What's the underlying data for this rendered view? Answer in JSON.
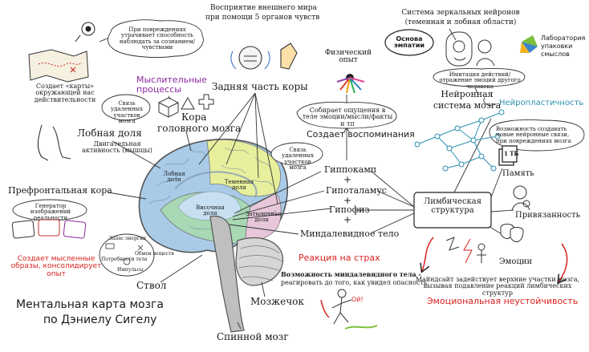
{
  "colors": {
    "frontal": "#a9cbe8",
    "parietal": "#e7ef9c",
    "temporal": "#a8d8b4",
    "occipital": "#e7c7d9",
    "inner": "#c7dff0",
    "stem": "#bfbfbf",
    "accent_red": "#d8221f",
    "accent_purple": "#8a2a9e",
    "accent_teal": "#2a8fb0"
  },
  "title": {
    "line1": "Ментальная карта мозга",
    "line2": "по Дэниелу Сигелу"
  },
  "perception": {
    "line1": "Восприятие внешнего мира",
    "line2": "при помощи 5 органов чувств"
  },
  "cortex": {
    "posterior": "Задняя часть коры",
    "main_line1": "Кора",
    "main_line2": "головного мозга",
    "thought_processes": "Мыслительные процессы"
  },
  "frontal": {
    "label": "Лобная доля",
    "links": "Связь удаленных участков мозга",
    "motor": "Двигательная активность (мышцы)"
  },
  "damage_note": "При повреждениях утрачивает способность наблюдать за сознанием/ чувствами",
  "map_note": "Создает «карты» окружающей нас действительности",
  "prefrontal": {
    "label": "Префронтальная кора",
    "generator": "Генератор изображений реальности",
    "creates": "Создает мысленные образы, консолидирует опыт"
  },
  "brain_labels": {
    "frontal": "Лобная доля",
    "parietal": "Теменная доля",
    "temporal": "Височная доля",
    "occipital": "Затылочная доля"
  },
  "stem": {
    "label": "Ствол",
    "energy": "Запас энергии",
    "body_needs": "Потребности тела",
    "exchange": "Обмен веществ",
    "impulses": "Импульсы"
  },
  "cerebellum": "Мозжечок",
  "spinal": "Спинной мозг",
  "physical": {
    "label": "Физический опыт",
    "collects": "Собирает ощущения в теле эмоции/мысли/факты и тп"
  },
  "memories": "Создает воспоминания",
  "parts": {
    "hippocampus": "Гиппокамп",
    "hypothalamus": "Гипоталамус",
    "pituitary": "Гипофиз",
    "amygdala": "Миндалевидное тело",
    "hippo_note": "Связь удаленных участков мозга",
    "plus": "+"
  },
  "fear": {
    "label": "Реакция на страх",
    "possibility_bold": "Возможность миндалевидного тела -",
    "possibility_rest": "реагировать до того, как увидел опасность",
    "oi": "Ой!"
  },
  "limbic": {
    "label": "Лимбическая структура",
    "memory": "Память",
    "attachment": "Привязанность",
    "emotions": "Эмоции",
    "tb": "1 ТБ"
  },
  "mindsight": {
    "note": "Майндсайт задействует верхние участки мозга, вызывая подавление реакций лимбических структур",
    "instability": "Эмоциональная неустойчивость"
  },
  "mirror": {
    "title_line1": "Система зеркальных нейронов",
    "title_line2": "(теменная и лобная области)",
    "empathy": "Основа эмпатии",
    "imitation": "Имитация действий/ отражение эмоций другого человека"
  },
  "neural": {
    "label_line1": "Нейронная",
    "label_line2": "система мозга",
    "plasticity": "Нейропластичность",
    "note": "Возможность создавать новые нейронные связи, при повреждениях мозга"
  },
  "logo": {
    "line1": "Лаборатория",
    "line2": "упаковки",
    "line3": "смыслов"
  }
}
